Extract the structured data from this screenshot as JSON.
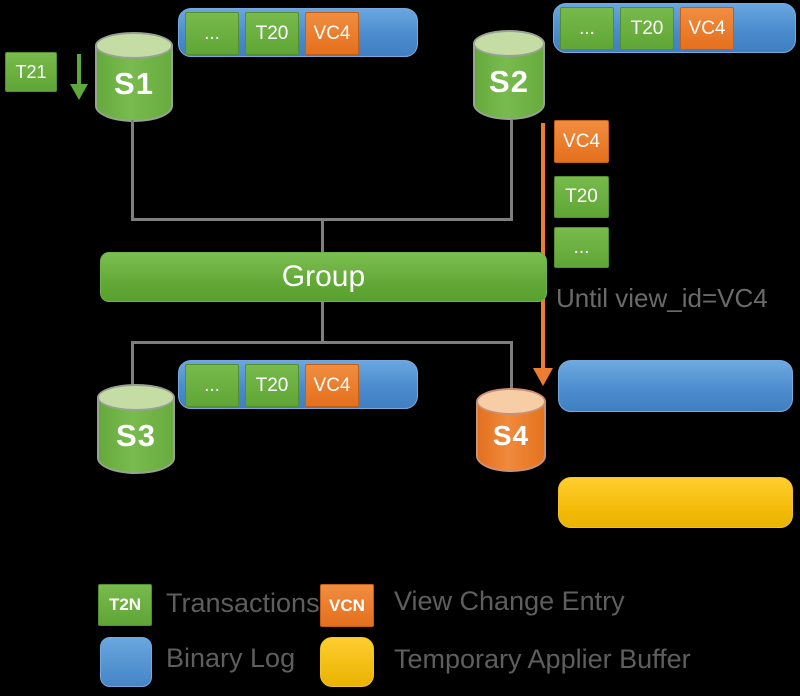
{
  "diagram": {
    "incoming_transaction": "T21",
    "servers": {
      "s1": "S1",
      "s2": "S2",
      "s3": "S3",
      "s4": "S4"
    },
    "group_label": "Group",
    "until_note": "Until view_id=VC4",
    "binlog_s1": [
      "...",
      "T20",
      "VC4"
    ],
    "binlog_s2": [
      "...",
      "T20",
      "VC4"
    ],
    "binlog_s3": [
      "...",
      "T20",
      "VC4"
    ],
    "recovery_queue": [
      "VC4",
      "T20",
      "..."
    ]
  },
  "legend": {
    "transactions": {
      "chip": "T2N",
      "label": "Transactions"
    },
    "view_change": {
      "chip": "VCN",
      "label": "View Change Entry"
    },
    "binary_log": {
      "label": "Binary Log"
    },
    "applier_buffer": {
      "label": "Temporary Applier Buffer"
    }
  },
  "colors": {
    "background": "#000000",
    "transaction_green": "#69b03f",
    "view_change_orange": "#ed7d31",
    "binary_log_blue": "#5b9bd5",
    "applier_buffer_yellow": "#ffc000",
    "recovering_server_orange": "#e8762a",
    "connector_gray": "#7f7f7f",
    "note_text_gray": "#6a6a6a",
    "legend_text_gray": "#5e5e5e"
  }
}
